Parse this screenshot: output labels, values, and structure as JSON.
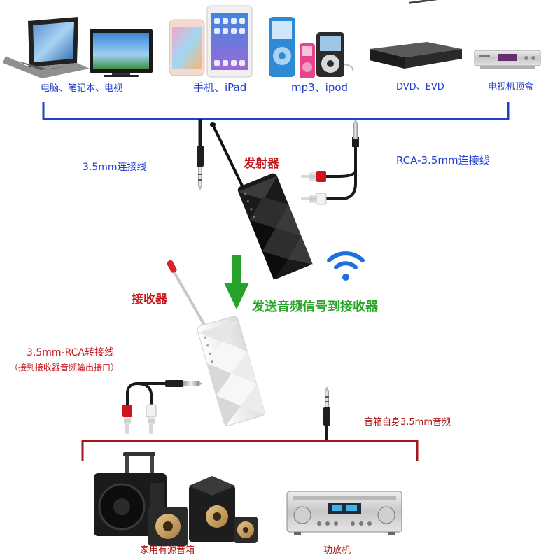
{
  "sources": {
    "items": [
      {
        "label": "电脑、笔记本、电视",
        "icon": "laptop-tv-icon"
      },
      {
        "label": "手机、iPad",
        "icon": "phone-tablet-icon"
      },
      {
        "label": "mp3、ipod",
        "icon": "mp3-ipod-icon"
      },
      {
        "label": "DVD、EVD",
        "icon": "dvd-player-icon"
      },
      {
        "label": "电视机顶盒",
        "icon": "set-top-box-icon"
      }
    ]
  },
  "transmitter": {
    "cable_35mm_label": "3.5mm连接线",
    "device_label": "发射器",
    "cable_rca_label": "RCA-3.5mm连接线"
  },
  "transfer": {
    "caption": "发送音频信号到接收器",
    "icon": "wireless-signal-icon"
  },
  "receiver": {
    "device_label": "接收器",
    "adapter_label": "3.5mm-RCA转接线",
    "adapter_note": "（接到接收器音频输出接口）",
    "speaker_cable_label": "音箱自身3.5mm音频"
  },
  "outputs": {
    "items": [
      {
        "label": "家用有源音箱",
        "icon": "speaker-icon"
      },
      {
        "label": "功放机",
        "icon": "amplifier-icon"
      }
    ]
  },
  "colors": {
    "source_bracket": "#1f3fcf",
    "output_bracket": "#a01818",
    "arrow": "#27a32b",
    "signal": "#1d6fe0",
    "transmitter_body": "#1a1a1a",
    "receiver_body": "#f4f4f4"
  }
}
